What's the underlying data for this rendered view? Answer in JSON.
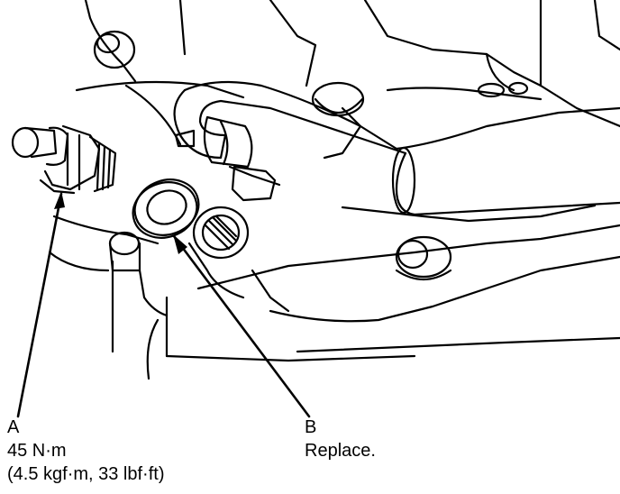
{
  "callouts": {
    "a": {
      "letter": "A",
      "line1": "45 N·m",
      "line2": "(4.5 kgf·m, 33 lbf·ft)"
    },
    "b": {
      "letter": "B",
      "line1": "Replace."
    }
  },
  "colors": {
    "ink": "#000000",
    "paper": "#ffffff"
  }
}
